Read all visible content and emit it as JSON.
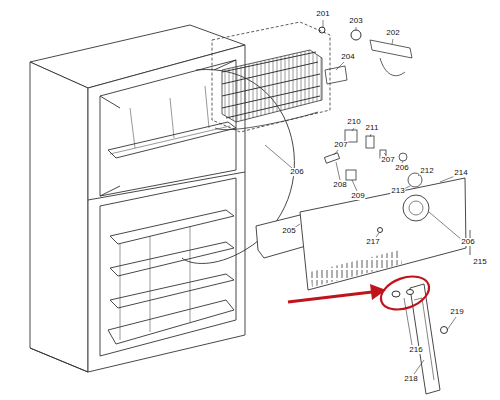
{
  "diagram": {
    "labels": [
      "201",
      "203",
      "202",
      "204",
      "210",
      "211",
      "207",
      "207",
      "212",
      "206",
      "214",
      "206",
      "208",
      "213",
      "209",
      "205",
      "217",
      "206",
      "215",
      "219",
      "216",
      "218"
    ]
  }
}
